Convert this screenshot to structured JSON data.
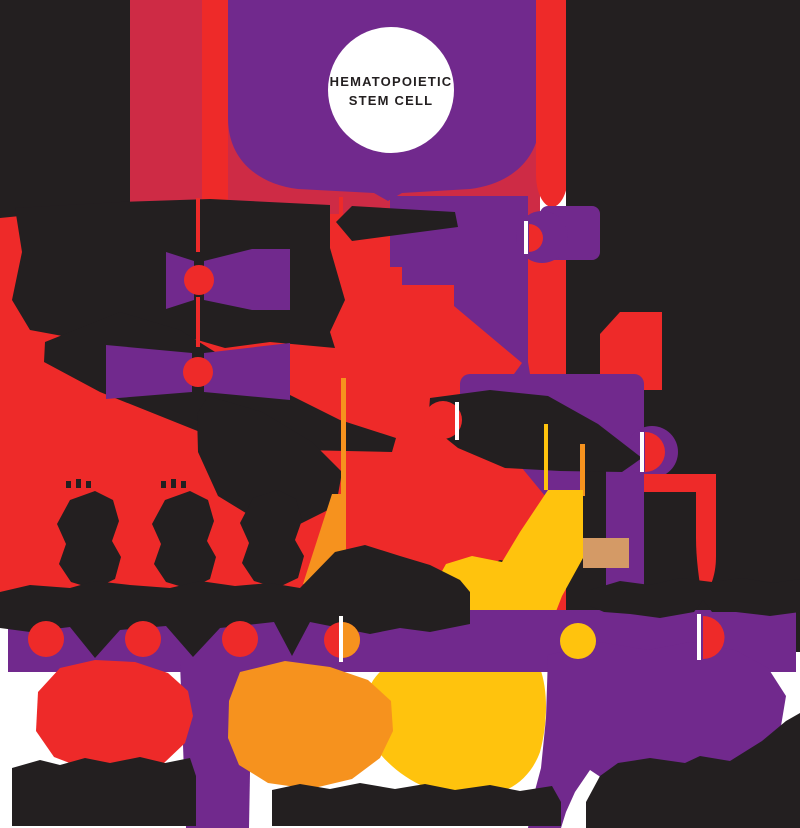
{
  "diagram": {
    "type": "infographic-tree",
    "title_line1": "HEMATOPOIETIC",
    "title_line2": "STEM CELL",
    "palette": {
      "purple": "#71298D",
      "red": "#EE2A29",
      "crimson": "#CE2B45",
      "orange": "#F6921E",
      "yellow": "#FFC30D",
      "tan": "#D49A66",
      "black": "#231F20",
      "white": "#FFFFFF"
    }
  }
}
